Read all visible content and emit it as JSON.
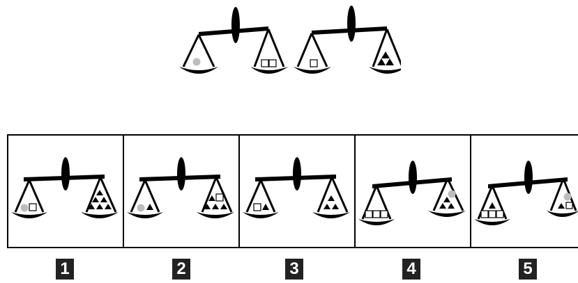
{
  "premise": {
    "scales": [
      {
        "left_pan": [
          "circle"
        ],
        "right_pan": [
          "square",
          "square"
        ]
      },
      {
        "left_pan": [
          "square"
        ],
        "right_pan": [
          "triangle",
          "triangle",
          "triangle"
        ]
      }
    ]
  },
  "options": [
    {
      "label": "1",
      "left_pan": [
        "circle",
        "square"
      ],
      "right_pan": [
        "triangle",
        "triangle",
        "triangle",
        "triangle",
        "triangle",
        "triangle"
      ]
    },
    {
      "label": "2",
      "left_pan": [
        "circle",
        "triangle"
      ],
      "right_pan": [
        "triangle",
        "square",
        "triangle",
        "triangle",
        "triangle"
      ]
    },
    {
      "label": "3",
      "left_pan": [
        "square",
        "triangle"
      ],
      "right_pan": [
        "triangle",
        "triangle",
        "triangle"
      ]
    },
    {
      "label": "4",
      "left_pan": [
        "square",
        "square",
        "square"
      ],
      "right_pan": [
        "circle",
        "triangle",
        "triangle",
        "triangle"
      ]
    },
    {
      "label": "5",
      "left_pan": [
        "triangle",
        "square",
        "square",
        "square"
      ],
      "right_pan": [
        "circle",
        "triangle",
        "square"
      ]
    }
  ],
  "colors": {
    "ink": "#000000",
    "circle": "#bdbdbd",
    "badge": "#222222",
    "badge_text": "#ffffff"
  }
}
